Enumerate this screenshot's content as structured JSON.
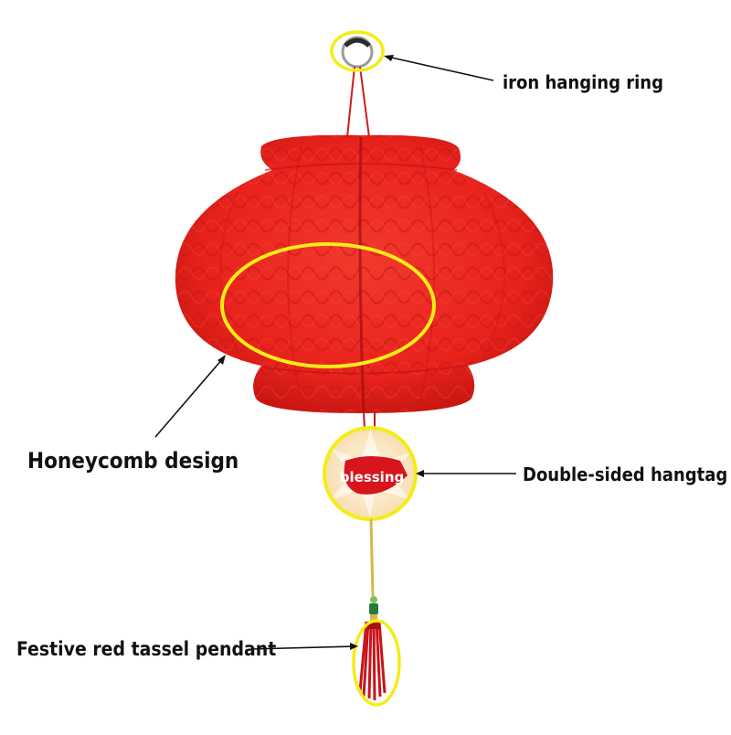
{
  "annotations": {
    "ring": "iron hanging ring",
    "honeycomb": "Honeycomb design",
    "hangtag": "Double-sided hangtag",
    "tassel": "Festive red tassel pendant"
  },
  "hangtag_text": "blessing",
  "colors": {
    "lantern_red": "#e8221c",
    "lantern_shadow": "#b80f10",
    "highlight_yellow": "#f5ec17",
    "arrow": "#111111",
    "cord_gold": "#d9b64a",
    "bead_green": "#3f9a4a"
  }
}
